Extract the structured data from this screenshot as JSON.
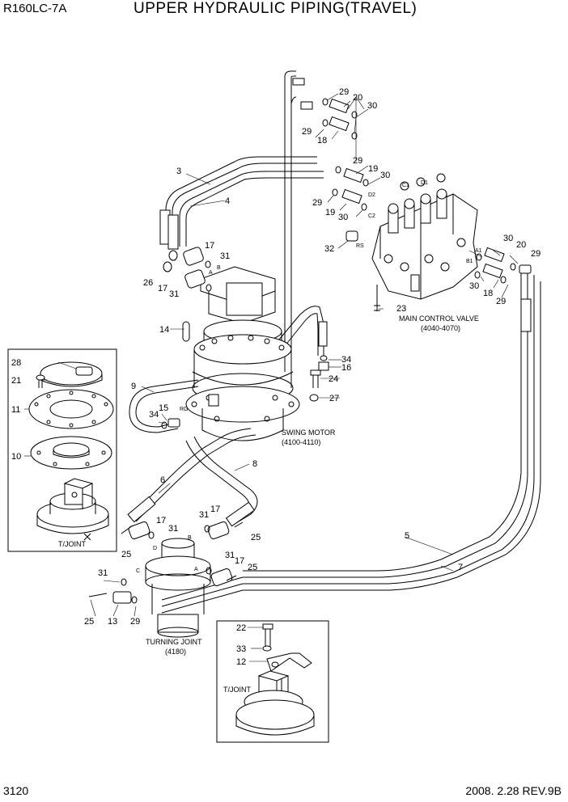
{
  "header": {
    "model": "R160LC-7A",
    "title": "UPPER HYDRAULIC PIPING(TRAVEL)"
  },
  "footer": {
    "page": "3120",
    "date_rev": "2008. 2.28  REV.9B"
  },
  "labels": {
    "mcv": "MAIN CONTROL VALVE",
    "mcv_code": "(4040-4070)",
    "swing": "SWING MOTOR",
    "swing_code": "(4100-4110)",
    "turning": "TURNING JOINT",
    "turning_code": "(4180)",
    "tjoint1": "T/JOINT",
    "tjoint2": "T/JOINT"
  },
  "ports": [
    "C1",
    "D1",
    "D2",
    "C2",
    "RS",
    "A1",
    "B1",
    "A",
    "B",
    "RG",
    "C",
    "D",
    "A",
    "B"
  ],
  "callouts": [
    {
      "n": "29"
    },
    {
      "n": "20"
    },
    {
      "n": "30"
    },
    {
      "n": "29"
    },
    {
      "n": "18"
    },
    {
      "n": "3"
    },
    {
      "n": "29"
    },
    {
      "n": "19"
    },
    {
      "n": "30"
    },
    {
      "n": "4"
    },
    {
      "n": "29"
    },
    {
      "n": "19"
    },
    {
      "n": "30"
    },
    {
      "n": "32"
    },
    {
      "n": "17"
    },
    {
      "n": "31"
    },
    {
      "n": "26"
    },
    {
      "n": "17"
    },
    {
      "n": "31"
    },
    {
      "n": "30"
    },
    {
      "n": "20"
    },
    {
      "n": "29"
    },
    {
      "n": "30"
    },
    {
      "n": "18"
    },
    {
      "n": "29"
    },
    {
      "n": "23"
    },
    {
      "n": "14"
    },
    {
      "n": "34"
    },
    {
      "n": "16"
    },
    {
      "n": "24"
    },
    {
      "n": "27"
    },
    {
      "n": "28"
    },
    {
      "n": "21"
    },
    {
      "n": "9"
    },
    {
      "n": "11"
    },
    {
      "n": "34"
    },
    {
      "n": "15"
    },
    {
      "n": "8"
    },
    {
      "n": "10"
    },
    {
      "n": "6"
    },
    {
      "n": "17"
    },
    {
      "n": "31"
    },
    {
      "n": "31"
    },
    {
      "n": "17"
    },
    {
      "n": "25"
    },
    {
      "n": "25"
    },
    {
      "n": "5"
    },
    {
      "n": "31"
    },
    {
      "n": "17"
    },
    {
      "n": "25"
    },
    {
      "n": "7"
    },
    {
      "n": "31"
    },
    {
      "n": "25"
    },
    {
      "n": "13"
    },
    {
      "n": "29"
    },
    {
      "n": "22"
    },
    {
      "n": "33"
    },
    {
      "n": "12"
    }
  ]
}
